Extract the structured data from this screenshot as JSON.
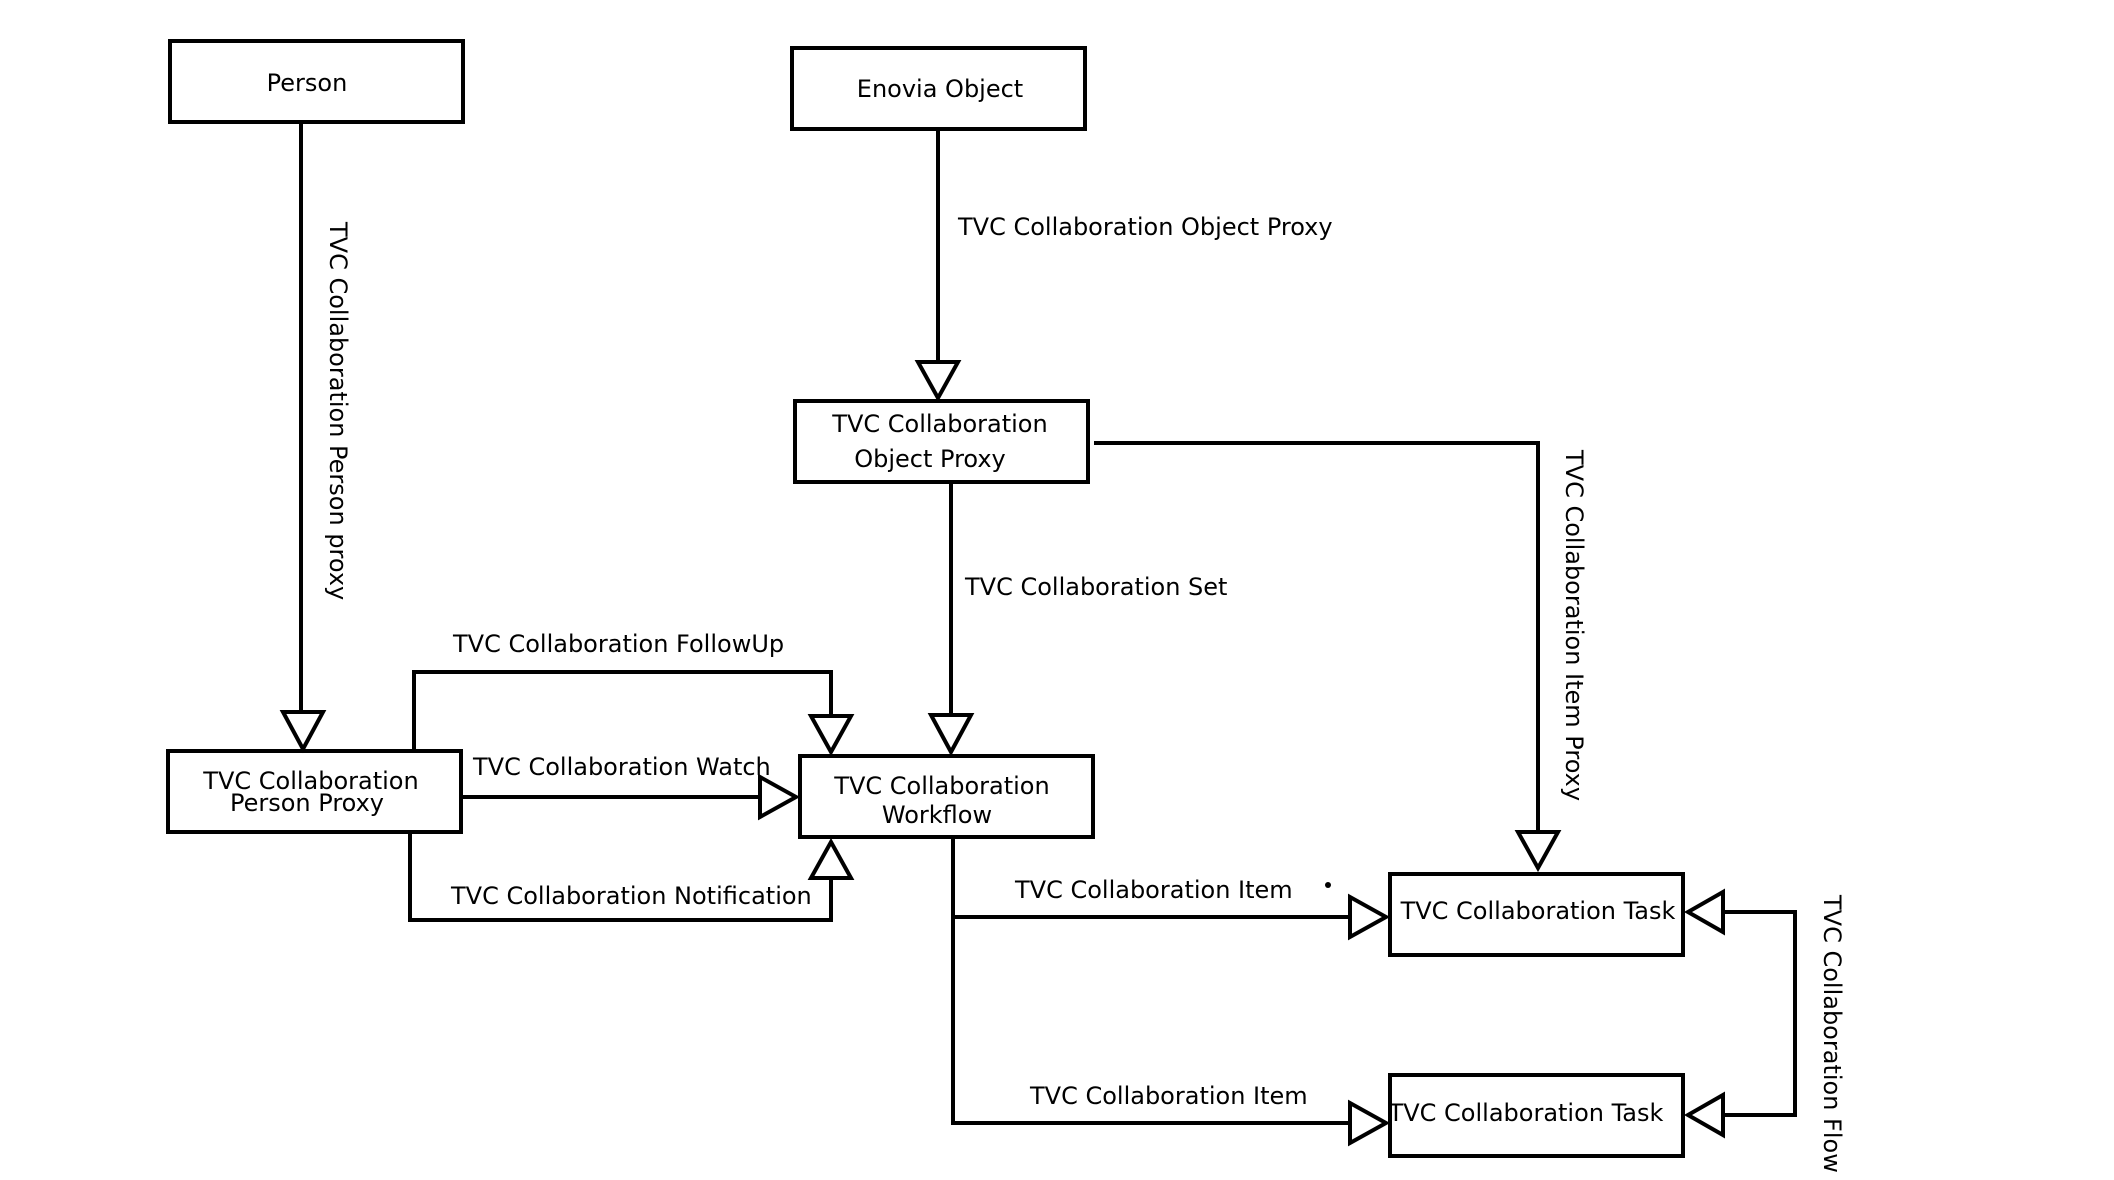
{
  "diagram": {
    "colors": {
      "background": "#ffffff",
      "stroke": "#000000",
      "text": "#000000"
    },
    "nodes": {
      "person": {
        "label": "Person"
      },
      "enovia_object": {
        "label": "Enovia Object"
      },
      "object_proxy": {
        "line1": "TVC Collaboration",
        "line2": "Object Proxy"
      },
      "person_proxy": {
        "line1": "TVC Collaboration",
        "line2": "Person Proxy"
      },
      "workflow": {
        "line1": "TVC Collaboration",
        "line2": "Workflow"
      },
      "task_1": {
        "label": "TVC Collaboration Task"
      },
      "task_2": {
        "label": "TVC Collaboration Task"
      }
    },
    "edges": {
      "person_proxy": {
        "label": "TVC Collaboration Person proxy"
      },
      "object_proxy": {
        "label": "TVC Collaboration Object Proxy"
      },
      "set": {
        "label": "TVC Collaboration Set"
      },
      "item_proxy": {
        "label": "TVC Collaboration Item Proxy"
      },
      "followup": {
        "label": "TVC Collaboration FollowUp"
      },
      "watch": {
        "label": "TVC Collaboration Watch"
      },
      "notification": {
        "label": "TVC Collaboration Notification"
      },
      "item_1": {
        "label": "TVC Collaboration Item"
      },
      "item_2": {
        "label": "TVC Collaboration Item"
      },
      "flow": {
        "label": "TVC Collaboration Flow"
      }
    }
  }
}
